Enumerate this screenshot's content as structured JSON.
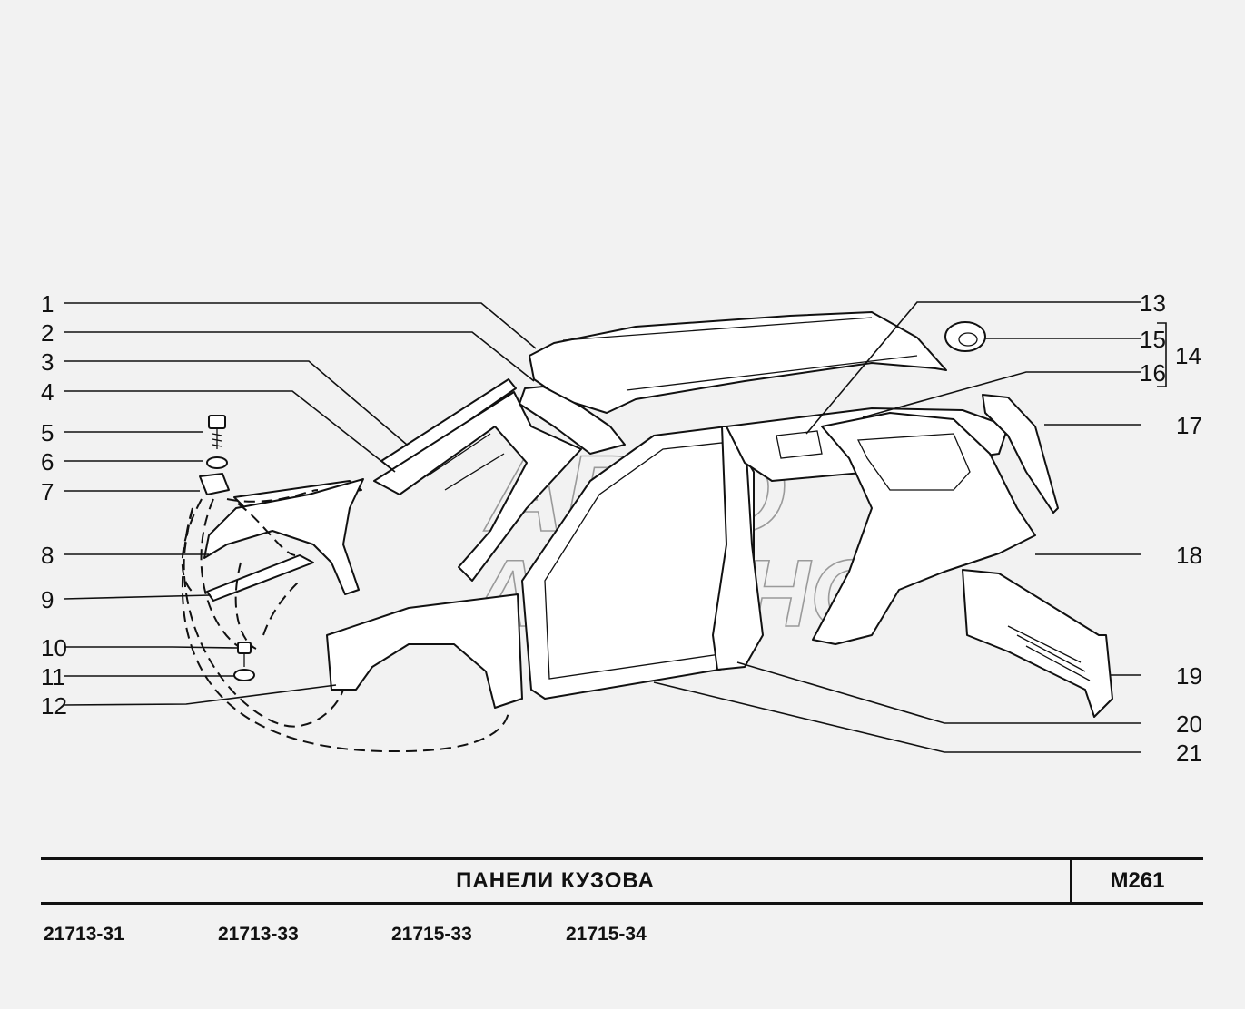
{
  "title": "ПАНЕЛИ   КУЗОВА",
  "sheet_code": "M261",
  "models": [
    "21713-31",
    "21713-33",
    "21715-33",
    "21715-34"
  ],
  "watermark": {
    "line1": "АВТО",
    "line2": "АЛЬЯНС"
  },
  "callouts": {
    "c1": "1",
    "c2": "2",
    "c3": "3",
    "c4": "4",
    "c5": "5",
    "c6": "6",
    "c7": "7",
    "c8": "8",
    "c9": "9",
    "c10": "10",
    "c11": "11",
    "c12": "12",
    "c13": "13",
    "c14": "14",
    "c15": "15",
    "c16": "16",
    "c17": "17",
    "c18": "18",
    "c19": "19",
    "c20": "20",
    "c21": "21"
  }
}
